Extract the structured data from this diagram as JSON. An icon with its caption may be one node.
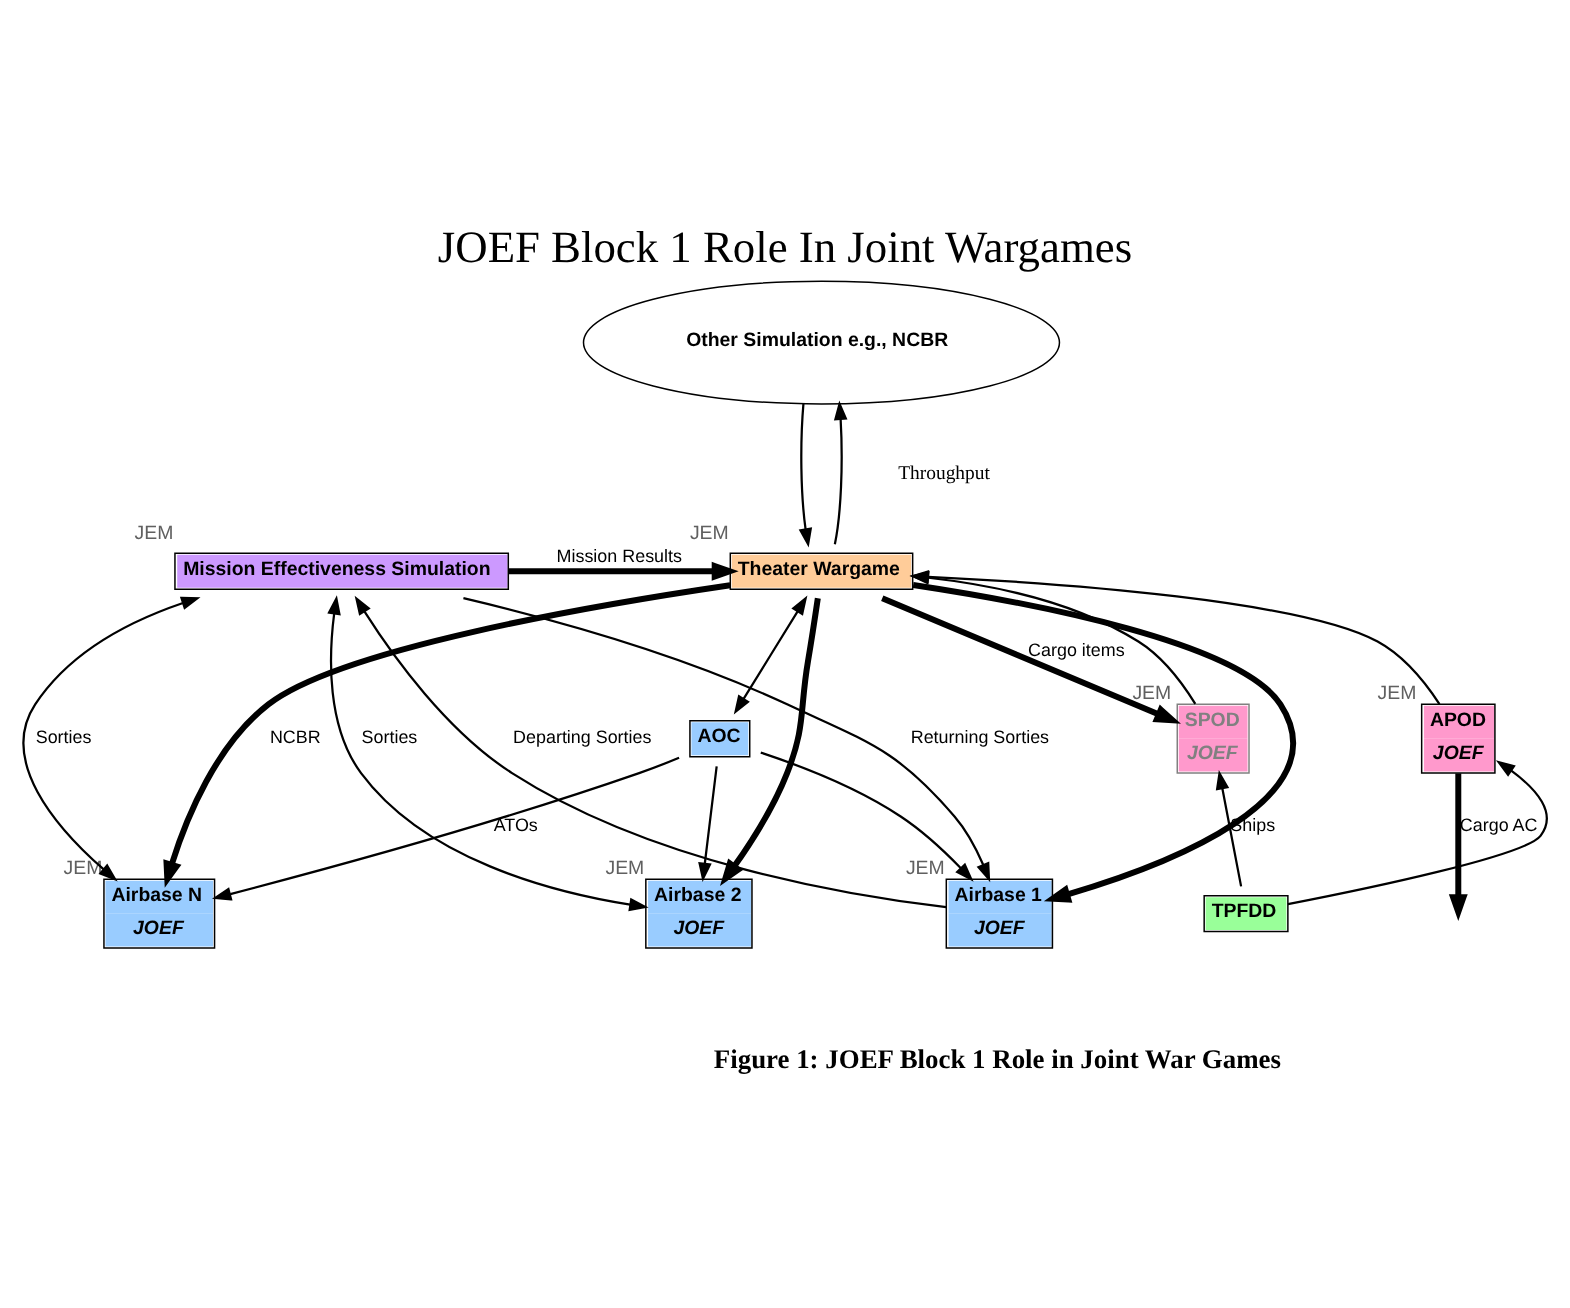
{
  "diagram": {
    "title": "JOEF Block 1 Role In Joint Wargames",
    "caption": "Figure 1: JOEF Block 1 Role in Joint War Games",
    "nodes": [
      {
        "text": [
          "Mission Effectiveness Simulation"
        ],
        "beside": [
          "JEM"
        ]
      },
      {
        "text": [
          "Theater Wargame"
        ],
        "beside": [
          "JEM"
        ]
      },
      {
        "text": [
          "Other Simulation e.g., NCBR"
        ]
      },
      {
        "text": [
          "AOC"
        ]
      },
      {
        "text": [
          "APOD",
          "JOEF"
        ],
        "beside": [
          "JEM"
        ]
      },
      {
        "text": [
          "SPOD",
          "JOEF"
        ],
        "beside": [
          "JEM"
        ]
      },
      {
        "text": [
          "Airbase 1",
          "JOEF"
        ],
        "beside": [
          "JEM"
        ]
      },
      {
        "text": [
          "Airbase 2",
          "JOEF"
        ],
        "beside": [
          "JEM"
        ]
      },
      {
        "text": [
          "Airbase N",
          "JOEF"
        ],
        "beside": [
          "JEM"
        ]
      },
      {
        "text": [
          "TPFDD"
        ]
      }
    ],
    "edges": [
      {
        "from": 0,
        "to": 1,
        "arrow": "to",
        "label": "Mission Results",
        "style": "thick"
      },
      {
        "from": 1,
        "to": 2,
        "arrow": "to"
      },
      {
        "from": 2,
        "to": 1,
        "arrow": "to"
      },
      {
        "from": 6,
        "to": 0,
        "arrow": "to",
        "label": "Departing Sorties"
      },
      {
        "from": 0,
        "to": 6,
        "arrow": "to",
        "label": "Returning Sorties"
      },
      {
        "from": 0,
        "to": 7,
        "arrow": "both",
        "label": "Sorties"
      },
      {
        "from": 0,
        "to": 8,
        "arrow": "both",
        "label": "Sorties"
      },
      {
        "from": 1,
        "to": 3,
        "arrow": "both"
      },
      {
        "from": 3,
        "to": 6,
        "arrow": "to"
      },
      {
        "from": 3,
        "to": 7,
        "arrow": "to"
      },
      {
        "from": 3,
        "to": 8,
        "arrow": "to",
        "label": "ATOs"
      },
      {
        "from": 1,
        "to": 6,
        "arrow": "to",
        "style": "thick"
      },
      {
        "from": 1,
        "to": 7,
        "arrow": "to",
        "style": "thick"
      },
      {
        "from": 1,
        "to": 8,
        "arrow": "to",
        "style": "thick",
        "label": "NCBR"
      },
      {
        "from": 1,
        "to": 5,
        "arrow": "to",
        "style": "thick",
        "label": "Cargo items"
      },
      {
        "from": 4,
        "to": 1,
        "arrow": "to"
      },
      {
        "from": 5,
        "to": 1,
        "arrow": "to"
      },
      {
        "from": 9,
        "to": 4,
        "arrow": "to"
      },
      {
        "from": 9,
        "to": 5,
        "arrow": "to",
        "label": "Ships"
      },
      {
        "from": 4,
        "to": null,
        "arrow": "to",
        "label": "Cargo AC",
        "style": "thick"
      }
    ],
    "labels": [
      "Throughput"
    ]
  }
}
